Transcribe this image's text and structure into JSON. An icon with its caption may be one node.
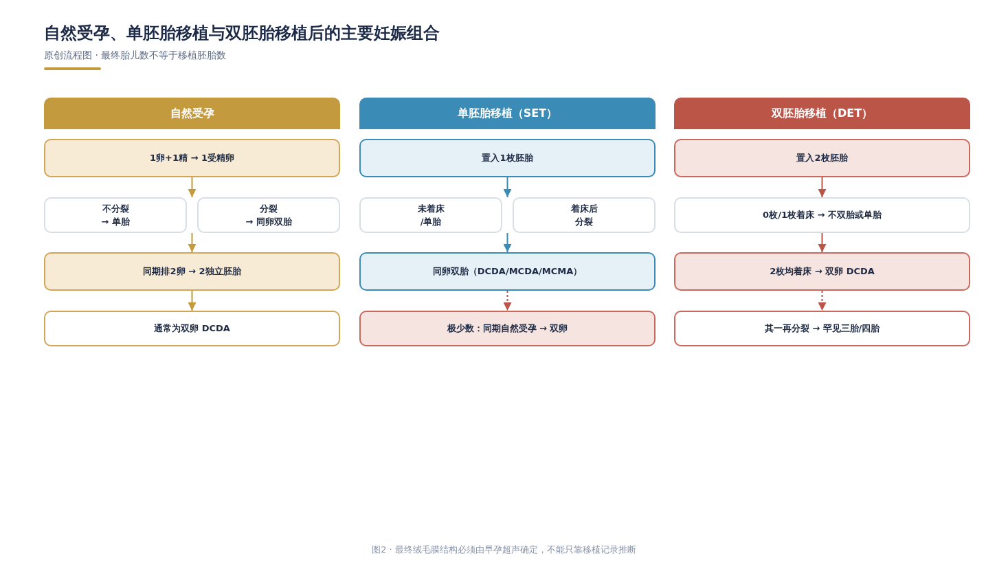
{
  "diagram": {
    "title": "自然受孕、单胚胎移植与双胚胎移植后的主要妊娠组合",
    "caption": "图2 · 最终绒毛膜结构必须由早孕超声确定，不能只靠移植记录推断",
    "labels": [
      "原创流程图 · 最终胎儿数不等于移植胚胎数"
    ],
    "nodes": [
      {
        "text": [
          "自然受孕"
        ]
      },
      {
        "text": [
          "1卵+1精 → 1受精卵"
        ]
      },
      {
        "text": [
          "不分裂",
          "→ 单胎"
        ]
      },
      {
        "text": [
          "分裂",
          "→ 同卵双胎"
        ]
      },
      {
        "text": [
          "同期排2卵 → 2独立胚胎"
        ]
      },
      {
        "text": [
          "通常为双卵 DCDA"
        ]
      },
      {
        "text": [
          "单胚胎移植（SET）"
        ]
      },
      {
        "text": [
          "置入1枚胚胎"
        ]
      },
      {
        "text": [
          "未着床",
          "/单胎"
        ]
      },
      {
        "text": [
          "着床后",
          "分裂"
        ]
      },
      {
        "text": [
          "同卵双胎（DCDA/MCDA/MCMA）"
        ]
      },
      {
        "text": [
          "极少数：同期自然受孕 → 双卵"
        ]
      },
      {
        "text": [
          "双胚胎移植（DET）"
        ]
      },
      {
        "text": [
          "置入2枚胚胎"
        ]
      },
      {
        "text": [
          "0枚/1枚着床 → 不双胎或单胎"
        ]
      },
      {
        "text": [
          "2枚均着床 → 双卵 DCDA"
        ]
      },
      {
        "text": [
          "其一再分裂 → 罕见三胎/四胎"
        ]
      }
    ],
    "edges": [
      {
        "from": 1,
        "to": 2,
        "arrow": "to",
        "color": "#c49a3f"
      },
      {
        "from": 1,
        "to": 3,
        "arrow": "to",
        "color": "#c49a3f"
      },
      {
        "from": 2,
        "to": 4,
        "arrow": "to",
        "color": "#c49a3f"
      },
      {
        "from": 3,
        "to": 4,
        "arrow": "to",
        "color": "#c49a3f"
      },
      {
        "from": 4,
        "to": 5,
        "arrow": "to",
        "color": "#c49a3f"
      },
      {
        "from": 7,
        "to": 8,
        "arrow": "to",
        "color": "#3a8bb5"
      },
      {
        "from": 7,
        "to": 9,
        "arrow": "to",
        "color": "#3a8bb5"
      },
      {
        "from": 8,
        "to": 10,
        "arrow": "to",
        "color": "#3a8bb5"
      },
      {
        "from": 9,
        "to": 10,
        "arrow": "to",
        "color": "#3a8bb5"
      },
      {
        "from": 10,
        "to": 11,
        "arrow": "to",
        "style": "dashed",
        "color": "#bb5548"
      },
      {
        "from": 13,
        "to": 14,
        "arrow": "to",
        "color": "#bb5548"
      },
      {
        "from": 14,
        "to": 15,
        "arrow": "to",
        "color": "#bb5548"
      },
      {
        "from": 15,
        "to": 16,
        "arrow": "to",
        "style": "dashed",
        "color": "#bb5548"
      }
    ]
  }
}
